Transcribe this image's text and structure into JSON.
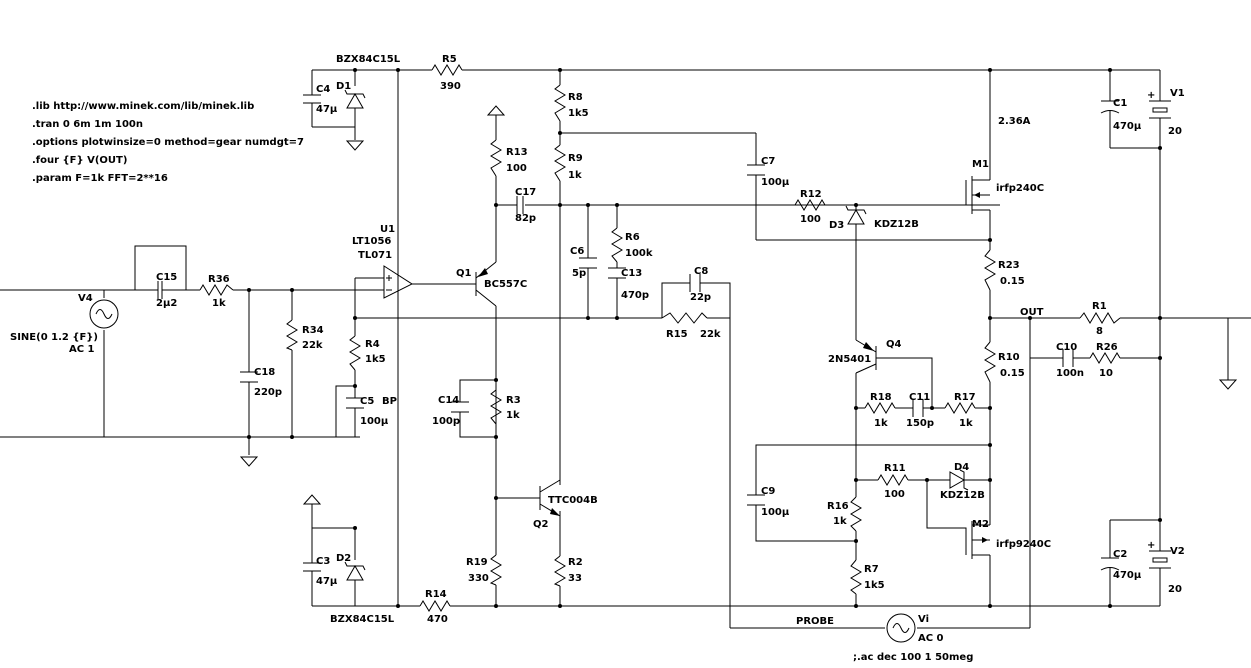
{
  "directives": [
    ".lib http://www.minek.com/lib/minek.lib",
    ".tran 0 6m 1m 100n",
    ".options plotwinsize=0 method=gear numdgt=7",
    ".four {F} V(OUT)",
    ".param F=1k   FFT=2**16"
  ],
  "ac_directive": ";.ac dec 100 1 50meg",
  "nets": {
    "out": "OUT",
    "probe": "PROBE"
  },
  "annotations": {
    "current": "2.36A"
  },
  "components": {
    "V4": {
      "ref": "V4",
      "value": "SINE(0 1.2 {F})",
      "value2": "AC 1"
    },
    "C15": {
      "ref": "C15",
      "value": "2µ2"
    },
    "R36": {
      "ref": "R36",
      "value": "1k"
    },
    "C18": {
      "ref": "C18",
      "value": "220p"
    },
    "R34": {
      "ref": "R34",
      "value": "22k"
    },
    "R4": {
      "ref": "R4",
      "value": "1k5"
    },
    "C5": {
      "ref": "C5",
      "value": "100µ",
      "extra": "BP"
    },
    "U1": {
      "ref": "U1",
      "value": "LT1056",
      "value2": "TL071"
    },
    "C4": {
      "ref": "C4",
      "value": "47µ"
    },
    "D1": {
      "ref": "D1",
      "value": "BZX84C15L"
    },
    "R5": {
      "ref": "R5",
      "value": "390"
    },
    "C3": {
      "ref": "C3",
      "value": "47µ"
    },
    "D2": {
      "ref": "D2",
      "value": "BZX84C15L"
    },
    "R14": {
      "ref": "R14",
      "value": "470"
    },
    "R13": {
      "ref": "R13",
      "value": "100"
    },
    "Q1": {
      "ref": "Q1",
      "value": "BC557C"
    },
    "C17": {
      "ref": "C17",
      "value": "82p"
    },
    "C14": {
      "ref": "C14",
      "value": "100p"
    },
    "R3": {
      "ref": "R3",
      "value": "1k"
    },
    "R19": {
      "ref": "R19",
      "value": "330"
    },
    "Q2": {
      "ref": "Q2",
      "value": "TTC004B"
    },
    "R2": {
      "ref": "R2",
      "value": "33"
    },
    "R8": {
      "ref": "R8",
      "value": "1k5"
    },
    "R9": {
      "ref": "R9",
      "value": "1k"
    },
    "C6": {
      "ref": "C6",
      "value": "5p"
    },
    "R6": {
      "ref": "R6",
      "value": "100k"
    },
    "C13": {
      "ref": "C13",
      "value": "470p"
    },
    "C8": {
      "ref": "C8",
      "value": "22p"
    },
    "R15": {
      "ref": "R15",
      "value": "22k"
    },
    "C7": {
      "ref": "C7",
      "value": "100µ"
    },
    "R12": {
      "ref": "R12",
      "value": "100"
    },
    "D3": {
      "ref": "D3",
      "value": "KDZ12B"
    },
    "M1": {
      "ref": "M1",
      "value": "irfp240C"
    },
    "R23": {
      "ref": "R23",
      "value": "0.15"
    },
    "Q4": {
      "ref": "Q4",
      "value": "2N5401"
    },
    "R18": {
      "ref": "R18",
      "value": "1k"
    },
    "C11": {
      "ref": "C11",
      "value": "150p"
    },
    "R17": {
      "ref": "R17",
      "value": "1k"
    },
    "R10": {
      "ref": "R10",
      "value": "0.15"
    },
    "C9": {
      "ref": "C9",
      "value": "100µ"
    },
    "R11": {
      "ref": "R11",
      "value": "100"
    },
    "D4": {
      "ref": "D4",
      "value": "KDZ12B"
    },
    "R16": {
      "ref": "R16",
      "value": "1k"
    },
    "M2": {
      "ref": "M2",
      "value": "irfp9240C"
    },
    "R7": {
      "ref": "R7",
      "value": "1k5"
    },
    "Vi": {
      "ref": "Vi",
      "value": "AC 0"
    },
    "R1": {
      "ref": "R1",
      "value": "8"
    },
    "C10": {
      "ref": "C10",
      "value": "100n"
    },
    "R26": {
      "ref": "R26",
      "value": "10"
    },
    "C1": {
      "ref": "C1",
      "value": "470µ"
    },
    "V1": {
      "ref": "V1",
      "value": "20"
    },
    "C2": {
      "ref": "C2",
      "value": "470µ"
    },
    "V2": {
      "ref": "V2",
      "value": "20"
    }
  }
}
